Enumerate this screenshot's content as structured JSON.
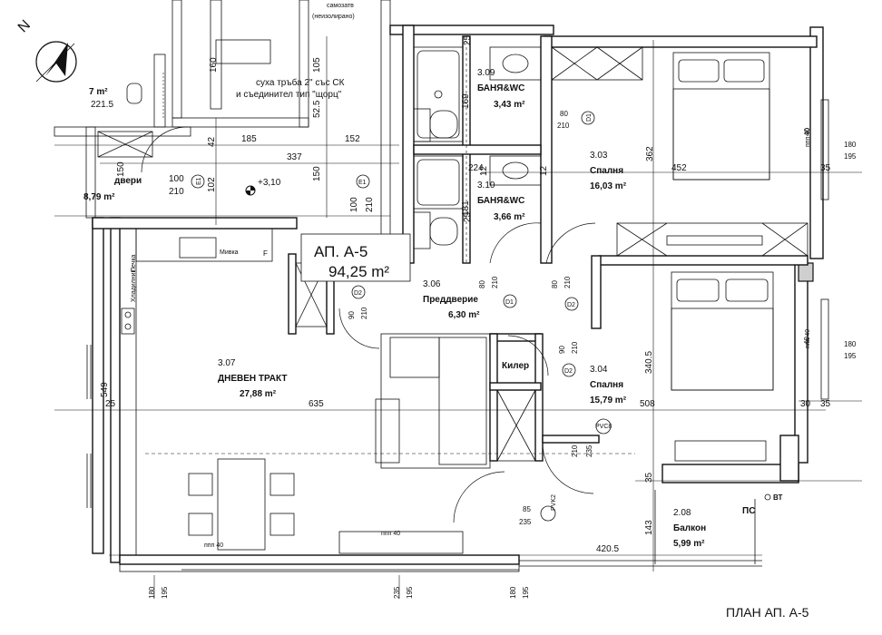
{
  "title": "ПЛАН АП. А-5",
  "apartment": {
    "name": "АП. А-5",
    "area": "94,25 m²"
  },
  "north_label": "N",
  "rooms": [
    {
      "num": "3.09",
      "name": "БАНЯ&WC",
      "area": "3,43 m²"
    },
    {
      "num": "3.10",
      "name": "БАНЯ&WC",
      "area": "3,66 m²"
    },
    {
      "num": "3.03",
      "name": "Спалня",
      "area": "16,03 m²"
    },
    {
      "num": "3.06",
      "name": "Преддверие",
      "area": "6,30 m²"
    },
    {
      "num": "3.07",
      "name": "ДНЕВЕН ТРАКТ",
      "area": "27,88 m²"
    },
    {
      "num": "3.04",
      "name": "Спалня",
      "area": "15,79 m²"
    },
    {
      "num": "2.08",
      "name": "Балкон",
      "area": "5,99 m²"
    }
  ],
  "partial_rooms": [
    {
      "name": "двери",
      "area": "8,79 m²"
    },
    {
      "area": "7 m²",
      "extra": "221.5"
    }
  ],
  "notes": {
    "pipe_line1": "суха тръба 2\" със СК",
    "pipe_line2": "и съединител тип \"щорц\"",
    "top_label_1": "самозатв",
    "top_label_2": "(неизолирано)",
    "closet": "Килер",
    "level": "+3,10",
    "ps": "ПС",
    "vt": "ВТ",
    "sink": "Мивка",
    "f": "F",
    "fridge": "Хладилник",
    "stove": "Печка",
    "window_sill_1": "ппп 40",
    "window_sill_2": "ппп 40",
    "window_sill_3": "ппп 40",
    "window_sill_4": "ппп 40"
  },
  "doors": {
    "e1a": "E1",
    "e1b": "E1",
    "d1a": "D1",
    "d1b": "D1",
    "d2a": "D2",
    "d2b": "D2",
    "d2c": "D2",
    "pvc": "PVC8",
    "pvk": "PVK2"
  },
  "dimensions": {
    "d160": "160",
    "d105": "105",
    "d52_5": "52.5",
    "d185": "185",
    "d152": "152",
    "d42": "42",
    "d337": "337",
    "d150a": "150",
    "d150b": "150",
    "d102": "102",
    "d100a": "100",
    "d210a": "210",
    "d100b": "100",
    "d210b": "210",
    "d25a": "25",
    "d25b": "25",
    "d169": "169",
    "d80a": "80",
    "d210c": "210",
    "d362": "362",
    "d452": "452",
    "d224": "224",
    "d12a": "12",
    "d12b": "12",
    "d181": "181",
    "d180a": "180",
    "d195a": "195",
    "d35a": "35",
    "d40a": "40",
    "d80b": "80",
    "d210d": "210",
    "d80c": "80",
    "d210e": "210",
    "d90a": "90",
    "d210f": "210",
    "d90b": "90",
    "d210g": "210",
    "d549": "549",
    "d635": "635",
    "d25c": "25",
    "d508": "508",
    "d340_5": "340.5",
    "d30": "30",
    "d35b": "35",
    "d180b": "180",
    "d195b": "195",
    "d40b": "40",
    "d210h": "210",
    "d235a": "235",
    "d85": "85",
    "d235b": "235",
    "d143": "143",
    "d420_5": "420.5",
    "d35c": "35",
    "b180a": "180",
    "b195a": "195",
    "b235": "235",
    "b195b": "195",
    "b180b": "180",
    "b195c": "195"
  }
}
